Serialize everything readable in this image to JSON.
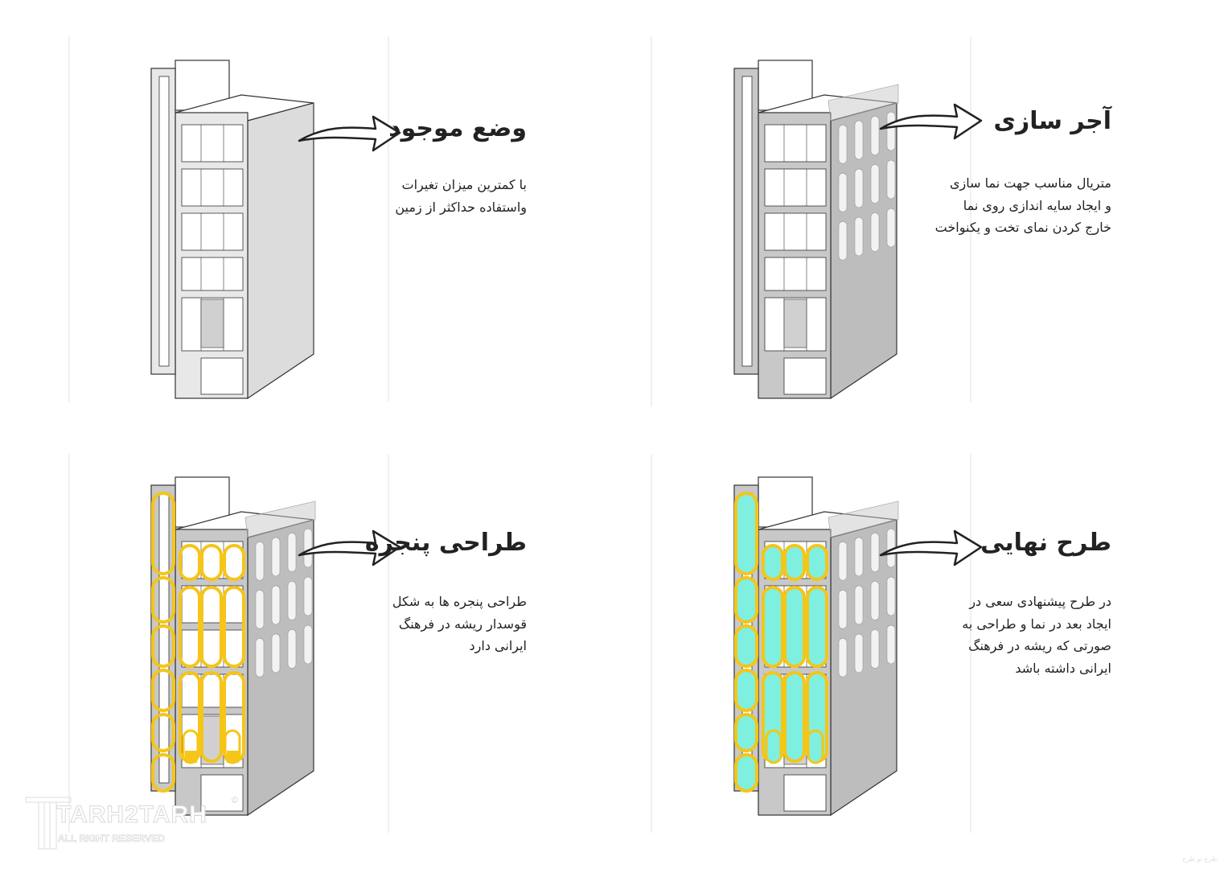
{
  "panels": [
    {
      "id": "existing",
      "variant": "plain",
      "title": "وضع موجود",
      "body": [
        "با کمترین میزان تغیرات",
        "واستفاده حداکثر از زمین"
      ]
    },
    {
      "id": "brick",
      "variant": "brick",
      "title": "آجر سازی",
      "body": [
        "متریال مناسب جهت نما سازی",
        "و ایجاد سایه اندازی روی نما",
        "خارج کردن نمای تخت و یکنواخت"
      ]
    },
    {
      "id": "window",
      "variant": "window",
      "title": "طراحی پنجره",
      "body": [
        "طراحی پنجره ها به شکل",
        "قوسدار ریشه در فرهنگ",
        "ایرانی دارد"
      ]
    },
    {
      "id": "final",
      "variant": "final",
      "title": "طرح نهایی",
      "body": [
        "در طرح پیشنهادی سعی در",
        "ایجاد بعد در نما و طراحی به",
        "صورتی که ریشه در فرهنگ",
        "ایرانی داشته باشد"
      ]
    }
  ],
  "watermark": {
    "brand": "TARH2TARH",
    "copyright": "©",
    "tagline": "ALL RIGHT RESERVED",
    "corner": "طرح تو طرح"
  },
  "colors": {
    "window_frame": "#f5c518",
    "glass": "#7ff0e0",
    "facade": "#b8b8b8",
    "line": "#333333"
  }
}
